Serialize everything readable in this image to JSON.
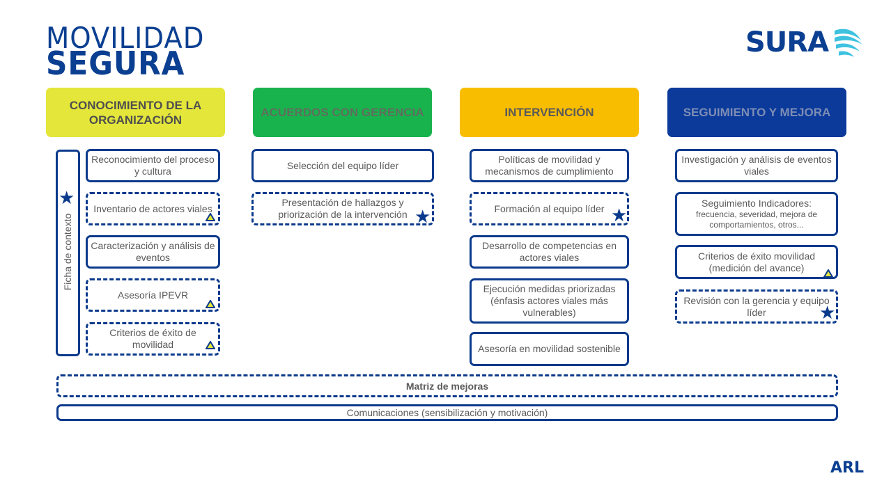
{
  "title": {
    "line1": "MOVILIDAD",
    "line2": "SEGURA"
  },
  "logo": {
    "text": "SURA"
  },
  "footer": {
    "arl": "ARL"
  },
  "columns": [
    {
      "header": "CONOCIMIENTO DE LA ORGANIZACIÓN"
    },
    {
      "header": "ACUERDOS CON GERENCIA"
    },
    {
      "header": "INTERVENCIÓN"
    },
    {
      "header": "SEGUIMIENTO Y MEJORA"
    }
  ],
  "side_label": "Ficha de contexto",
  "col1_items": [
    "Reconocimiento del proceso y cultura",
    "Inventario de actores viales",
    "Caracterización y análisis de eventos",
    "Asesoría IPEVR",
    "Criterios de éxito de movilidad"
  ],
  "col2_items": [
    "Selección del equipo líder",
    "Presentación de hallazgos y priorización de la intervención"
  ],
  "col3_items": [
    "Políticas de movilidad y mecanismos de cumplimiento",
    "Formación al equipo líder",
    "Desarrollo de competencias en actores viales",
    "Ejecución medidas priorizadas (énfasis actores viales más vulnerables)",
    "Asesoría en movilidad sostenible"
  ],
  "col4_items": [
    "Investigación y análisis de eventos viales",
    "Seguimiento Indicadores:",
    "frecuencia, severidad, mejora de comportamientos, otros...",
    "Criterios de éxito movilidad (medición del avance)",
    "Revisión con la gerencia y equipo líder"
  ],
  "bottom": {
    "matriz": "Matriz de mejoras",
    "comunicaciones": "Comunicaciones (sensibilización y motivación)"
  },
  "colors": {
    "navy": "#0b3a8c",
    "yellow_green": "#e4e63a",
    "green": "#19b34d",
    "amber": "#f9bd00",
    "blue": "#0b3a9b"
  },
  "icons": [
    "star-icon",
    "triangle-icon",
    "sura-logo-icon"
  ]
}
